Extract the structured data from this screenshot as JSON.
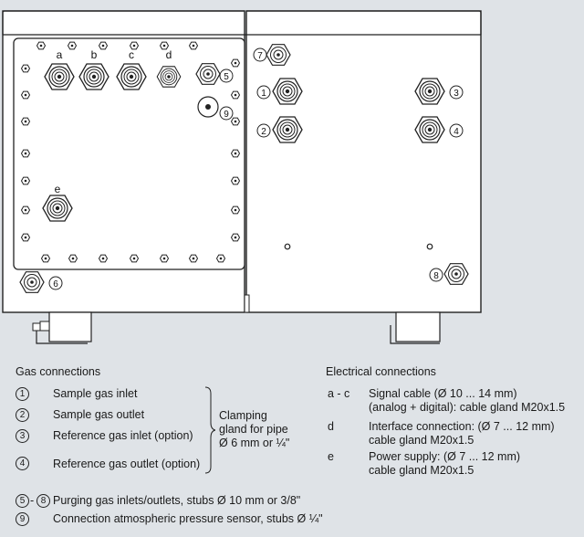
{
  "diagram": {
    "port_letters": [
      "a",
      "b",
      "c",
      "d",
      "e"
    ],
    "port_numbers": [
      "1",
      "2",
      "3",
      "4",
      "5",
      "6",
      "7",
      "8",
      "9"
    ]
  },
  "gas": {
    "heading": "Gas connections",
    "items": [
      {
        "num": "1",
        "label": "Sample gas inlet"
      },
      {
        "num": "2",
        "label": "Sample gas outlet"
      },
      {
        "num": "3",
        "label": "Reference gas inlet (option)"
      },
      {
        "num": "4",
        "label": "Reference gas outlet (option)"
      }
    ],
    "clamp_note": "Clamping\ngland for pipe\nØ 6 mm or ¼\""
  },
  "electrical": {
    "heading": "Electrical connections",
    "items": [
      {
        "key": "a - c",
        "text": "Signal cable (Ø 10 ... 14 mm)\n(analog + digital): cable gland M20x1.5"
      },
      {
        "key": "d",
        "text": "Interface connection: (Ø 7 ... 12 mm)\ncable gland M20x1.5"
      },
      {
        "key": "e",
        "text": "Power supply: (Ø 7 ... 12 mm)\ncable gland M20x1.5"
      }
    ]
  },
  "footer": {
    "purge_from": "5",
    "purge_to": "8",
    "purge_text": "Purging gas inlets/outlets, stubs Ø 10 mm or 3/8\"",
    "atm_num": "9",
    "atm_text": "Connection atmospheric pressure sensor, stubs Ø  ¼\""
  }
}
